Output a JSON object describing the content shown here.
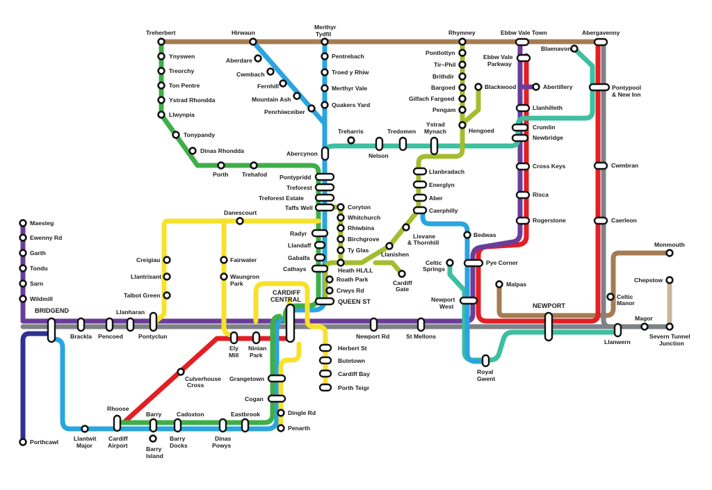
{
  "colors": {
    "brown": "#a57c52",
    "blue": "#2aa5df",
    "green": "#3fae49",
    "olive": "#a3bd31",
    "purple": "#6a3d9a",
    "red": "#e31e24",
    "grey": "#7d8286",
    "teal": "#3dbfa0",
    "yellow": "#f8e12a",
    "navy": "#2e3192",
    "beige": "#c8b79c"
  },
  "stations": {
    "treherbert": "Treherbert",
    "hirwaun": "Hirwaun",
    "merthyr_l1": "Merthyr",
    "merthyr_l2": "Tydfil",
    "rhymney": "Rhymney",
    "ebbw_vale_town": "Ebbw Vale Town",
    "abergavenny": "Abergavenny",
    "ynyswen": "Ynyswen",
    "treorchy": "Treorchy",
    "ton_pentre": "Ton Pentre",
    "ystrad_rhondda": "Ystrad Rhondda",
    "llwynpia": "Llwynpia",
    "tonypandy": "Tonypandy",
    "dinas_rhondda": "Dinas Rhondda",
    "porth": "Porth",
    "trehafod": "Trehafod",
    "aberdare": "Aberdare",
    "cwmbach": "Cwmbach",
    "fernhill": "Fernhill",
    "mountain_ash": "Mountain Ash",
    "penrhiwceiber": "Penrhiwceiber",
    "pentrebach": "Pentrebach",
    "troed_y_rhiw": "Troed y Rhiw",
    "merthyr_vale": "Merthyr Vale",
    "quakers_yard": "Quakers Yard",
    "abercynon": "Abercynon",
    "pontlottyn": "Pontlottyn",
    "tir_phil": "Tir–Phil",
    "brithdir": "Brithdir",
    "bargoed": "Bargoed",
    "gilfach_fargoed": "Gilfach Fargoed",
    "pengam": "Pengam",
    "hengoed": "Hengoed",
    "ebbw_vale_parkway_l1": "Ebbw Vale",
    "ebbw_vale_parkway_l2": "Parkway",
    "blackwood": "Blackwood",
    "abertillery": "Abertillery",
    "llanhilleth": "Llanhilleth",
    "crumlin": "Crumlin",
    "newbridge": "Newbridge",
    "cross_keys": "Cross Keys",
    "risca": "Risca",
    "rogerstone": "Rogerstone",
    "blaenavon": "Blaenavon",
    "pontypool_l1": "Pontypool",
    "pontypool_l2": "& New Inn",
    "cwmbran": "Cwmbran",
    "caerleon": "Caerleon",
    "treharris": "Treharris",
    "nelson": "Nelson",
    "tredomen": "Tredomen",
    "ystrad_mynach_l1": "Ystrad",
    "ystrad_mynach_l2": "Mynach",
    "llanbradach": "Llanbradach",
    "energlyn": "Energlyn",
    "aber": "Aber",
    "caerphilly": "Caerphilly",
    "lisvane_l1": "Lisvane",
    "lisvane_l2": "& Thornhill",
    "llanishen": "Llanishen",
    "cardiff_gate_l1": "Cardiff",
    "cardiff_gate_l2": "Gate",
    "bedwas": "Bedwas",
    "pye_corner": "Pye Corner",
    "pontypridd": "Pontypridd",
    "treforest": "Treforest",
    "treforest_estate": "Treforest Estate",
    "taffs_well": "Taffs Well",
    "radyr": "Radyr",
    "llandaff": "Llandaff",
    "gabalfa": "Gabalfa",
    "cathays": "Cathays",
    "coryton": "Coryton",
    "whitchurch": "Whitchurch",
    "rhiwbina": "Rhiwbina",
    "birchgrove": "Birchgrove",
    "ty_glas": "Ty Glas",
    "heath": "Heath HL/LL",
    "roath_park": "Roath Park",
    "crwys_rd": "Crwys Rd",
    "queen_st": "QUEEN ST",
    "cardiff_central_l1": "CARDIFF",
    "cardiff_central_l2": "CENTRAL",
    "danescourt": "Danescourt",
    "fairwater": "Fairwater",
    "waungron_l1": "Waungron",
    "waungron_l2": "Park",
    "creigiau": "Creigiau",
    "llantrisant": "Llantrisant",
    "talbot_green": "Talbot Green",
    "maesteg": "Maesteg",
    "ewenny_rd": "Ewenny Rd",
    "garth": "Garth",
    "tondu": "Tondu",
    "sarn": "Sarn",
    "wildmill": "Wildmill",
    "bridgend": "BRIDGEND",
    "llanharan": "Llanharan",
    "brackla": "Brackla",
    "pencoed": "Pencoed",
    "pontyclun": "Pontyclun",
    "ely_mill_l1": "Ely",
    "ely_mill_l2": "Mill",
    "ninian_park_l1": "Ninian",
    "ninian_park_l2": "Park",
    "newport_rd": "Newport Rd",
    "st_mellons": "St Mellons",
    "celtic_springs_l1": "Celtic",
    "celtic_springs_l2": "Springs",
    "newport_west_l1": "Newport",
    "newport_west_l2": "West",
    "malpas": "Malpas",
    "newport": "NEWPORT",
    "royal_gwent_l1": "Royal",
    "royal_gwent_l2": "Gwent",
    "llanwern": "Llanwern",
    "monmouth": "Monmouth",
    "chepstow": "Chepstow",
    "celtic_manor_l1": "Celtic",
    "celtic_manor_l2": "Manor",
    "magor": "Magor",
    "severn_tunnel_l1": "Severn Tunnel",
    "severn_tunnel_l2": "Junction",
    "herbert_st": "Herbert St",
    "butetown": "Butetown",
    "cardiff_bay": "Cardiff Bay",
    "porth_teigr": "Porth Teigr",
    "culverhouse_l1": "Culverhouse",
    "culverhouse_l2": "Cross",
    "grangetown": "Grangetown",
    "cogan": "Cogan",
    "dingle_rd": "Dingle Rd",
    "penarth": "Penarth",
    "rhoose": "Rhoose",
    "barry": "Barry",
    "cadoxton": "Cadoxton",
    "eastbrook": "Eastbrook",
    "llantwit_l1": "Llantwit",
    "llantwit_l2": "Major",
    "cardiff_airport_l1": "Cardiff",
    "cardiff_airport_l2": "Airport",
    "barry_docks_l1": "Barry",
    "barry_docks_l2": "Docks",
    "dinas_powys_l1": "Dinas",
    "dinas_powys_l2": "Powys",
    "barry_island_l1": "Barry",
    "barry_island_l2": "Island",
    "porthcawl": "Porthcawl"
  }
}
